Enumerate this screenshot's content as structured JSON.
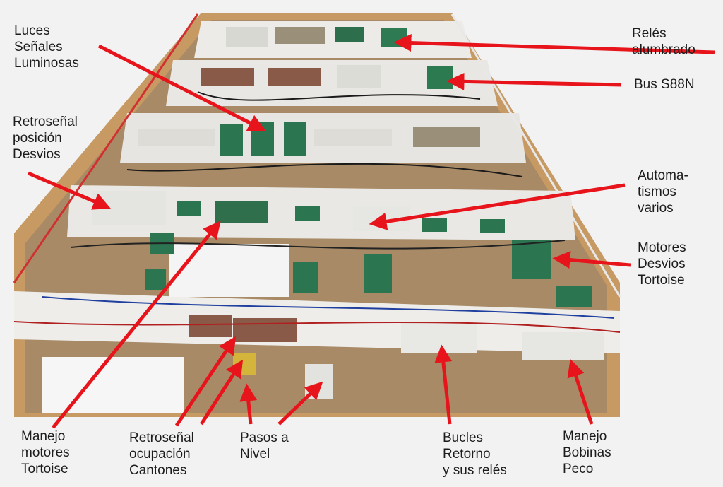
{
  "accent_color": "#e8141c",
  "labels": {
    "luces": [
      "Luces",
      "Señales",
      "Luminosas"
    ],
    "reles_alumbrado": [
      "Relés",
      "alumbrado"
    ],
    "bus": [
      "Bus S88N"
    ],
    "retro_posicion": [
      "Retroseñal",
      "posición",
      "Desvios"
    ],
    "automatismos": [
      "Automa-",
      "tismos",
      "varios"
    ],
    "motores_desvios": [
      "Motores",
      "Desvios",
      "Tortoise"
    ],
    "manejo_motores": [
      "Manejo",
      "motores",
      "Tortoise"
    ],
    "retro_ocupacion": [
      "Retroseñal",
      "ocupación",
      "Cantones"
    ],
    "pasos": [
      "Pasos a",
      "Nivel"
    ],
    "bucles": [
      "Bucles",
      "Retorno",
      "y sus relés"
    ],
    "manejo_bobinas": [
      "Manejo",
      "Bobinas",
      "Peco"
    ]
  }
}
